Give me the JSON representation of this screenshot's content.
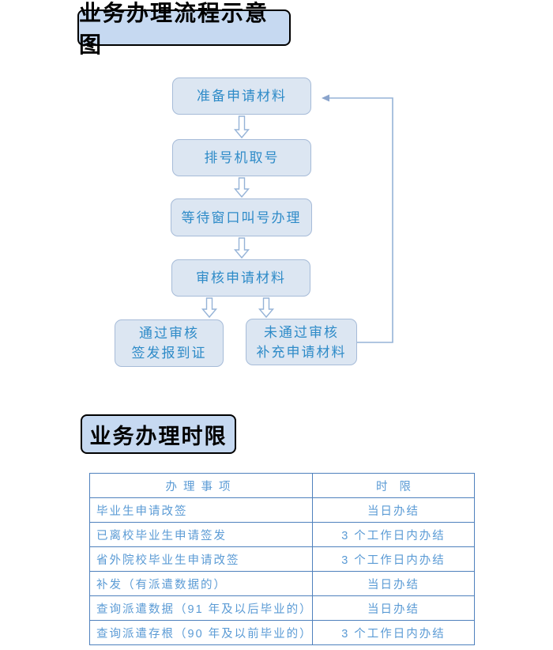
{
  "titles": {
    "flow_title": "业务办理流程示意图",
    "table_title": "业务办理时限"
  },
  "flowchart": {
    "nodes": [
      {
        "id": "prepare-materials",
        "label": "准备申请材料"
      },
      {
        "id": "take-queue-number",
        "label": "排号机取号"
      },
      {
        "id": "wait-window-call",
        "label": "等待窗口叫号办理"
      },
      {
        "id": "review-materials",
        "label": "审核申请材料"
      },
      {
        "id": "approved",
        "line1": "通过审核",
        "line2": "签发报到证"
      },
      {
        "id": "rejected",
        "line1": "未通过审核",
        "line2": "补充申请材料"
      }
    ],
    "icons": {
      "down_arrow": "hollow-down-arrow-icon",
      "loop_arrow": "loop-back-left-arrow-icon"
    }
  },
  "table": {
    "headers": [
      "办理事项",
      "时限"
    ],
    "rows": [
      [
        "毕业生申请改签",
        "当日办结"
      ],
      [
        "已离校毕业生申请签发",
        "3 个工作日内办结"
      ],
      [
        "省外院校毕业生申请改签",
        "3 个工作日内办结"
      ],
      [
        "补发（有派遣数据的）",
        "当日办结"
      ],
      [
        "查询派遣数据（91 年及以后毕业的）",
        "当日办结"
      ],
      [
        "查询派遣存根（90 年及以前毕业的）",
        "3 个工作日内办结"
      ]
    ]
  },
  "colors": {
    "page_background": "#ffffff",
    "title_box_fill": "#c6d9f1",
    "title_box_border": "#000000",
    "flow_node_fill": "#dce6f2",
    "flow_node_border": "#a6bbd8",
    "flow_node_text": "#2e8bc8",
    "arrow_outline": "#95b3d7",
    "table_border": "#4f81bd",
    "table_text": "#5b9bd5"
  }
}
